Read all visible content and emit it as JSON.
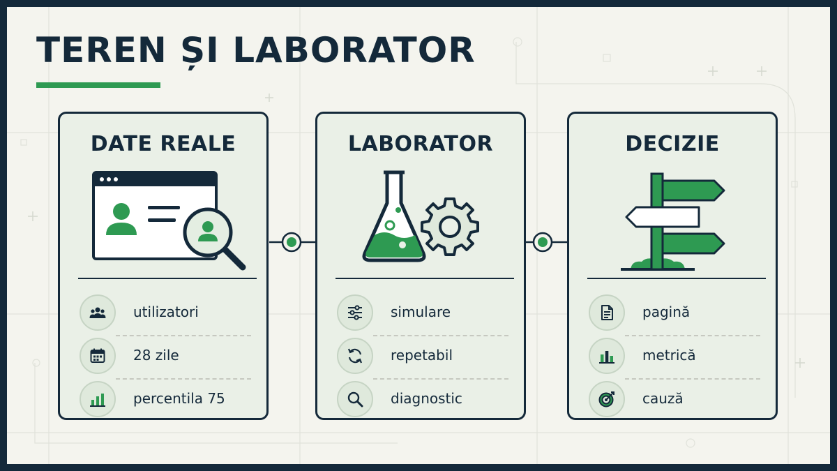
{
  "title": "TEREN ȘI LABORATOR",
  "colors": {
    "navy": "#14293a",
    "green": "#2e9a52",
    "light_green": "#dfe9dc",
    "background": "#f4f4ee",
    "card": "#eaf0e7"
  },
  "cards": [
    {
      "title": "DATE REALE",
      "illustration": "browser-profile-magnifier-icon",
      "items": [
        {
          "icon": "users-icon",
          "label": "utilizatori"
        },
        {
          "icon": "calendar-icon",
          "label": "28 zile"
        },
        {
          "icon": "bar-chart-icon",
          "label": "percentila 75"
        }
      ]
    },
    {
      "title": "LABORATOR",
      "illustration": "flask-gear-icon",
      "items": [
        {
          "icon": "sliders-icon",
          "label": "simulare"
        },
        {
          "icon": "refresh-icon",
          "label": "repetabil"
        },
        {
          "icon": "search-icon",
          "label": "diagnostic"
        }
      ]
    },
    {
      "title": "DECIZIE",
      "illustration": "signpost-icon",
      "items": [
        {
          "icon": "document-icon",
          "label": "pagină"
        },
        {
          "icon": "bar-chart-icon",
          "label": "metrică"
        },
        {
          "icon": "target-icon",
          "label": "cauză"
        }
      ]
    }
  ]
}
